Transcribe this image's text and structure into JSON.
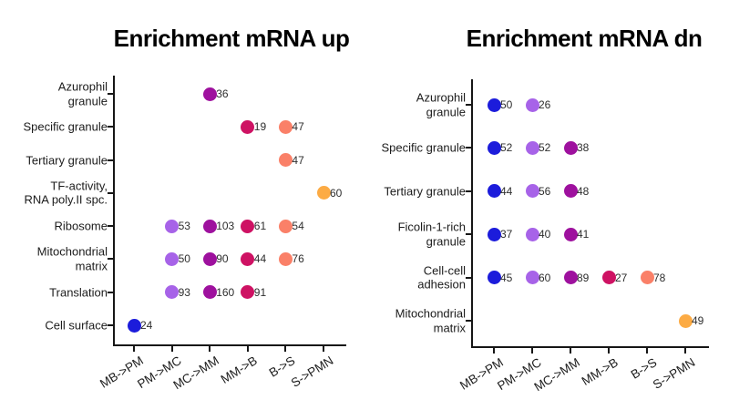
{
  "column_colors": {
    "MB->PM": "#1c1cdb",
    "PM->MC": "#a763e8",
    "MC->MM": "#9e119e",
    "MM->B": "#ce1263",
    "B->S": "#fa8068",
    "S->PMN": "#fcab44"
  },
  "chart_data": [
    {
      "type": "scatter",
      "title": "Enrichment mRNA up",
      "x_categories": [
        "MB->PM",
        "PM->MC",
        "MC->MM",
        "MM->B",
        "B->S",
        "S->PMN"
      ],
      "y_categories": [
        "Azurophil granule",
        "Specific granule",
        "Tertiary granule",
        "TF-activity, RNA poly.II spc.",
        "Ribosome",
        "Mitochondrial matrix",
        "Translation",
        "Cell surface"
      ],
      "y_category_display": [
        "Azurophil\ngranule",
        "Specific granule",
        "Tertiary granule",
        "TF-activity,\nRNA poly.II spc.",
        "Ribosome",
        "Mitochondrial\nmatrix",
        "Translation",
        "Cell surface"
      ],
      "legend_position": "none",
      "grid": false,
      "points": [
        {
          "x": "MC->MM",
          "y": "Azurophil granule",
          "value": 36
        },
        {
          "x": "MM->B",
          "y": "Specific granule",
          "value": 19
        },
        {
          "x": "B->S",
          "y": "Specific granule",
          "value": 47
        },
        {
          "x": "B->S",
          "y": "Tertiary granule",
          "value": 47
        },
        {
          "x": "S->PMN",
          "y": "TF-activity, RNA poly.II spc.",
          "value": 60
        },
        {
          "x": "PM->MC",
          "y": "Ribosome",
          "value": 53
        },
        {
          "x": "MC->MM",
          "y": "Ribosome",
          "value": 103
        },
        {
          "x": "MM->B",
          "y": "Ribosome",
          "value": 61
        },
        {
          "x": "B->S",
          "y": "Ribosome",
          "value": 54
        },
        {
          "x": "PM->MC",
          "y": "Mitochondrial matrix",
          "value": 50
        },
        {
          "x": "MC->MM",
          "y": "Mitochondrial matrix",
          "value": 90
        },
        {
          "x": "MM->B",
          "y": "Mitochondrial matrix",
          "value": 44
        },
        {
          "x": "B->S",
          "y": "Mitochondrial matrix",
          "value": 76
        },
        {
          "x": "PM->MC",
          "y": "Translation",
          "value": 93
        },
        {
          "x": "MC->MM",
          "y": "Translation",
          "value": 160
        },
        {
          "x": "MM->B",
          "y": "Translation",
          "value": 91
        },
        {
          "x": "MB->PM",
          "y": "Cell surface",
          "value": 24
        }
      ]
    },
    {
      "type": "scatter",
      "title": "Enrichment mRNA dn",
      "x_categories": [
        "MB->PM",
        "PM->MC",
        "MC->MM",
        "MM->B",
        "B->S",
        "S->PMN"
      ],
      "y_categories": [
        "Azurophil granule",
        "Specific granule",
        "Tertiary granule",
        "Ficolin-1-rich granule",
        "Cell-cell adhesion",
        "Mitochondrial matrix"
      ],
      "y_category_display": [
        "Azurophil\ngranule",
        "Specific granule",
        "Tertiary granule",
        "Ficolin-1-rich\ngranule",
        "Cell-cell\nadhesion",
        "Mitochondrial\nmatrix"
      ],
      "legend_position": "none",
      "grid": false,
      "points": [
        {
          "x": "MB->PM",
          "y": "Azurophil granule",
          "value": 50
        },
        {
          "x": "PM->MC",
          "y": "Azurophil granule",
          "value": 26
        },
        {
          "x": "MB->PM",
          "y": "Specific granule",
          "value": 52
        },
        {
          "x": "PM->MC",
          "y": "Specific granule",
          "value": 52
        },
        {
          "x": "MC->MM",
          "y": "Specific granule",
          "value": 38
        },
        {
          "x": "MB->PM",
          "y": "Tertiary granule",
          "value": 44
        },
        {
          "x": "PM->MC",
          "y": "Tertiary granule",
          "value": 56
        },
        {
          "x": "MC->MM",
          "y": "Tertiary granule",
          "value": 48
        },
        {
          "x": "MB->PM",
          "y": "Ficolin-1-rich granule",
          "value": 37
        },
        {
          "x": "PM->MC",
          "y": "Ficolin-1-rich granule",
          "value": 40
        },
        {
          "x": "MC->MM",
          "y": "Ficolin-1-rich granule",
          "value": 41
        },
        {
          "x": "MB->PM",
          "y": "Cell-cell adhesion",
          "value": 45
        },
        {
          "x": "PM->MC",
          "y": "Cell-cell adhesion",
          "value": 60
        },
        {
          "x": "MC->MM",
          "y": "Cell-cell adhesion",
          "value": 89
        },
        {
          "x": "MM->B",
          "y": "Cell-cell adhesion",
          "value": 27
        },
        {
          "x": "B->S",
          "y": "Cell-cell adhesion",
          "value": 78
        },
        {
          "x": "S->PMN",
          "y": "Mitochondrial matrix",
          "value": 49
        }
      ]
    }
  ]
}
